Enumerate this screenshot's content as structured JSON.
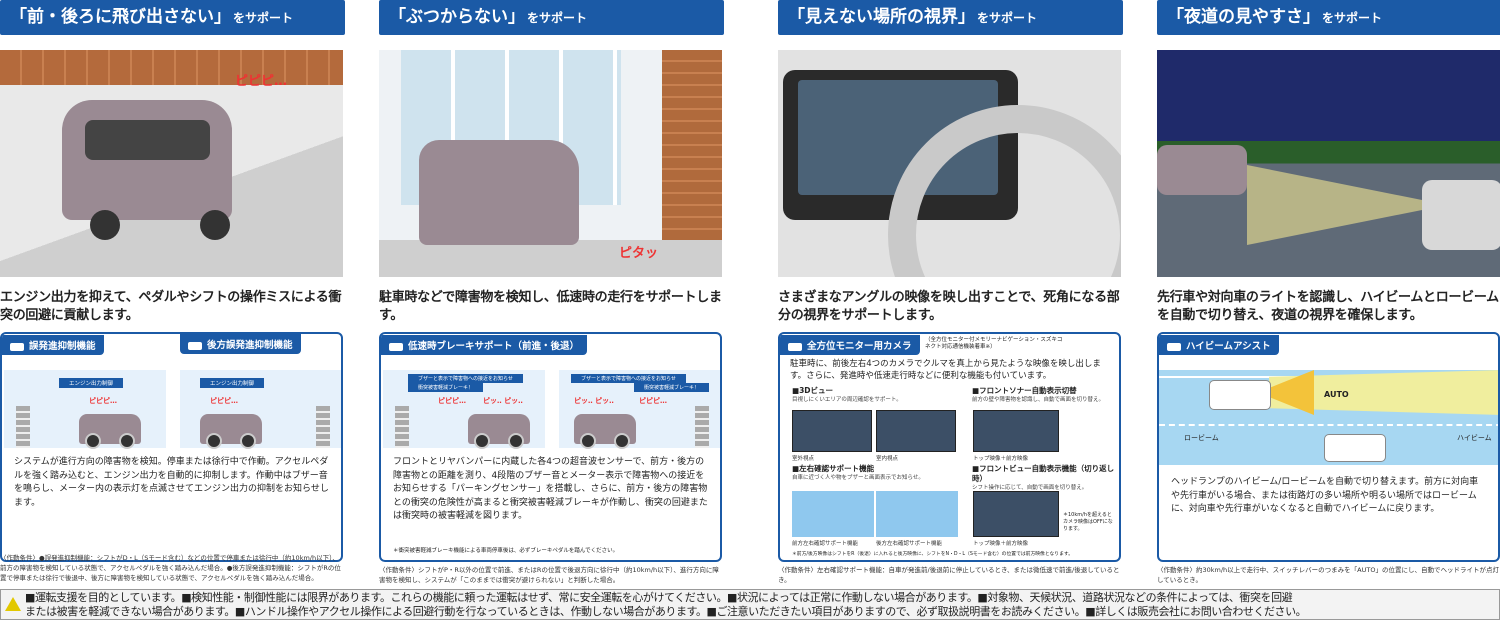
{
  "columns": [
    {
      "header": "「前・後ろに飛び出さない」",
      "header_suffix": "をサポート",
      "beep": "ピピピ…",
      "lead": "エンジン出力を抑えて、ペダルやシフトの操作ミスによる衝突の回避に貢献します。",
      "tags": [
        "誤発進抑制機能",
        "後方誤発進抑制機能"
      ],
      "arrow": "エンジン出力制御",
      "small_beep": "ピピピ…",
      "desc": "システムが進行方向の障害物を検知。停車または徐行中で作動。アクセルペダルを強く踏み込むと、エンジン出力を自動的に抑制します。作動中はブザー音を鳴らし、メーター内の表示灯を点滅させてエンジン出力の抑制をお知らせします。",
      "cond": "〈作動条件〉●誤発進抑制機能：シフトがD・L（Sモード含む）などの位置で停車または徐行中（約10km/h以下）、前方の障害物を検知している状態で、アクセルペダルを強く踏み込んだ場合。●後方誤発進抑制機能：シフトがRの位置で停車または徐行で後退中、後方に障害物を検知している状態で、アクセルペダルを強く踏み込んだ場合。"
    },
    {
      "header": "「ぶつからない」",
      "header_suffix": "をサポート",
      "beep": "ピタッ",
      "lead": "駐車時などで障害物を検知し、低速時の走行をサポートします。",
      "tag": "低速時ブレーキサポート（前進・後退）",
      "arrow1": "ブザーと表示で障害物への接近をお知らせ",
      "arrow2": "衝突被害軽減ブレーキ！",
      "beep_a": "ピピピ…",
      "beep_b": "ピッ‥ ピッ‥",
      "desc": "フロントとリヤバンパーに内蔵した各4つの超音波センサーで、前方・後方の障害物との距離を測り、4段階のブザー音とメーター表示で障害物への接近をお知らせする「パーキングセンサー」を搭載し、さらに、前方・後方の障害物との衝突の危険性が高まると衝突被害軽減ブレーキが作動し、衝突の回避または衝突時の被害軽減を図ります。",
      "note": "＊衝突被害軽減ブレーキ機能による車両停車後は、必ずブレーキペダルを踏んでください。",
      "cond": "〈作動条件〉シフトがP・R以外の位置で前進、またはRの位置で後退方向に徐行中（約10km/h以下）、進行方向に障害物を検知し、システムが「このままでは衝突が避けられない」と判断した場合。"
    },
    {
      "header": "「見えない場所の視界」",
      "header_suffix": "をサポート",
      "lead": "さまざまなアングルの映像を映し出すことで、死角になる部分の視界をサポートします。",
      "tag": "全方位モニター用カメラ",
      "tag_note": "（全方位モニター付メモリーナビゲーション・スズキコネクト対応通信機装着車※）",
      "desc": "駐車時に、前後左右4つのカメラでクルマを真上から見たような映像を映し出します。さらに、発進時や低速走行時などに便利な機能も付いています。",
      "features": [
        {
          "title": "■3Dビュー",
          "desc": "目視しにくいエリアの周辺確認をサポート。",
          "caps": [
            "室外視点",
            "室内視点"
          ]
        },
        {
          "title": "■フロントソナー自動表示切替",
          "desc": "前方の壁や障害物を認識し、自動で画面を切り替え。",
          "caps": [
            "トップ映像＋前方映像"
          ]
        },
        {
          "title": "■左右確認サポート機能",
          "desc": "自車に近づく人や物をブザーと画面表示でお知らせ。",
          "caps": [
            "前方左右確認サポート機能",
            "後方左右確認サポート機能"
          ]
        },
        {
          "title": "■フロントビュー自動表示機能（切り返し時）",
          "desc": "シフト操作に応じて、自動で画面を切り替え。",
          "caps": [
            "トップ映像＋前方映像"
          ]
        }
      ],
      "side_note": "＊10km/hを超えるとカメラ映像はOFFになります。",
      "note": "＊前方/後方映像はシフトをR（後退）に入れると後方映像に、シフトをN・D・L（Sモード含む）の位置では前方映像となります。",
      "cond": "〈作動条件〉左右確認サポート機能：自車が発進前/後退前に停止しているとき、または微低速で前進/後退しているとき。"
    },
    {
      "header": "「夜道の見やすさ」",
      "header_suffix": "をサポート",
      "lead": "先行車や対向車のライトを認識し、ハイビームとロービームを自動で切り替え、夜道の視界を確保します。",
      "tag": "ハイビームアシスト",
      "auto": "AUTO",
      "low": "ロービーム",
      "high": "ハイビーム",
      "desc": "ヘッドランプのハイビーム/ロービームを自動で切り替えます。前方に対向車や先行車がいる場合、または街路灯の多い場所や明るい場所ではロービームに、対向車や先行車がいなくなると自動でハイビームに戻ります。",
      "cond": "〈作動条件〉約30km/h以上で走行中、スイッチレバーのつまみを「AUTO」の位置にし、自動でヘッドライトが点灯しているとき。"
    }
  ],
  "footer": {
    "line1": "■運転支援を目的としています。■検知性能・制御性能には限界があります。これらの機能に頼った運転はせず、常に安全運転を心がけてください。■状況によっては正常に作動しない場合があります。■対象物、天候状況、道路状況などの条件によっては、衝突を回避",
    "line2": "または被害を軽減できない場合があります。■ハンドル操作やアクセル操作による回避行動を行なっているときは、作動しない場合があります。■ご注意いただきたい項目がありますので、必ず取扱説明書をお読みください。■詳しくは販売会社にお問い合わせください。"
  },
  "colors": {
    "brand_blue": "#1b5aa6",
    "warning_yellow": "#e2c800"
  }
}
